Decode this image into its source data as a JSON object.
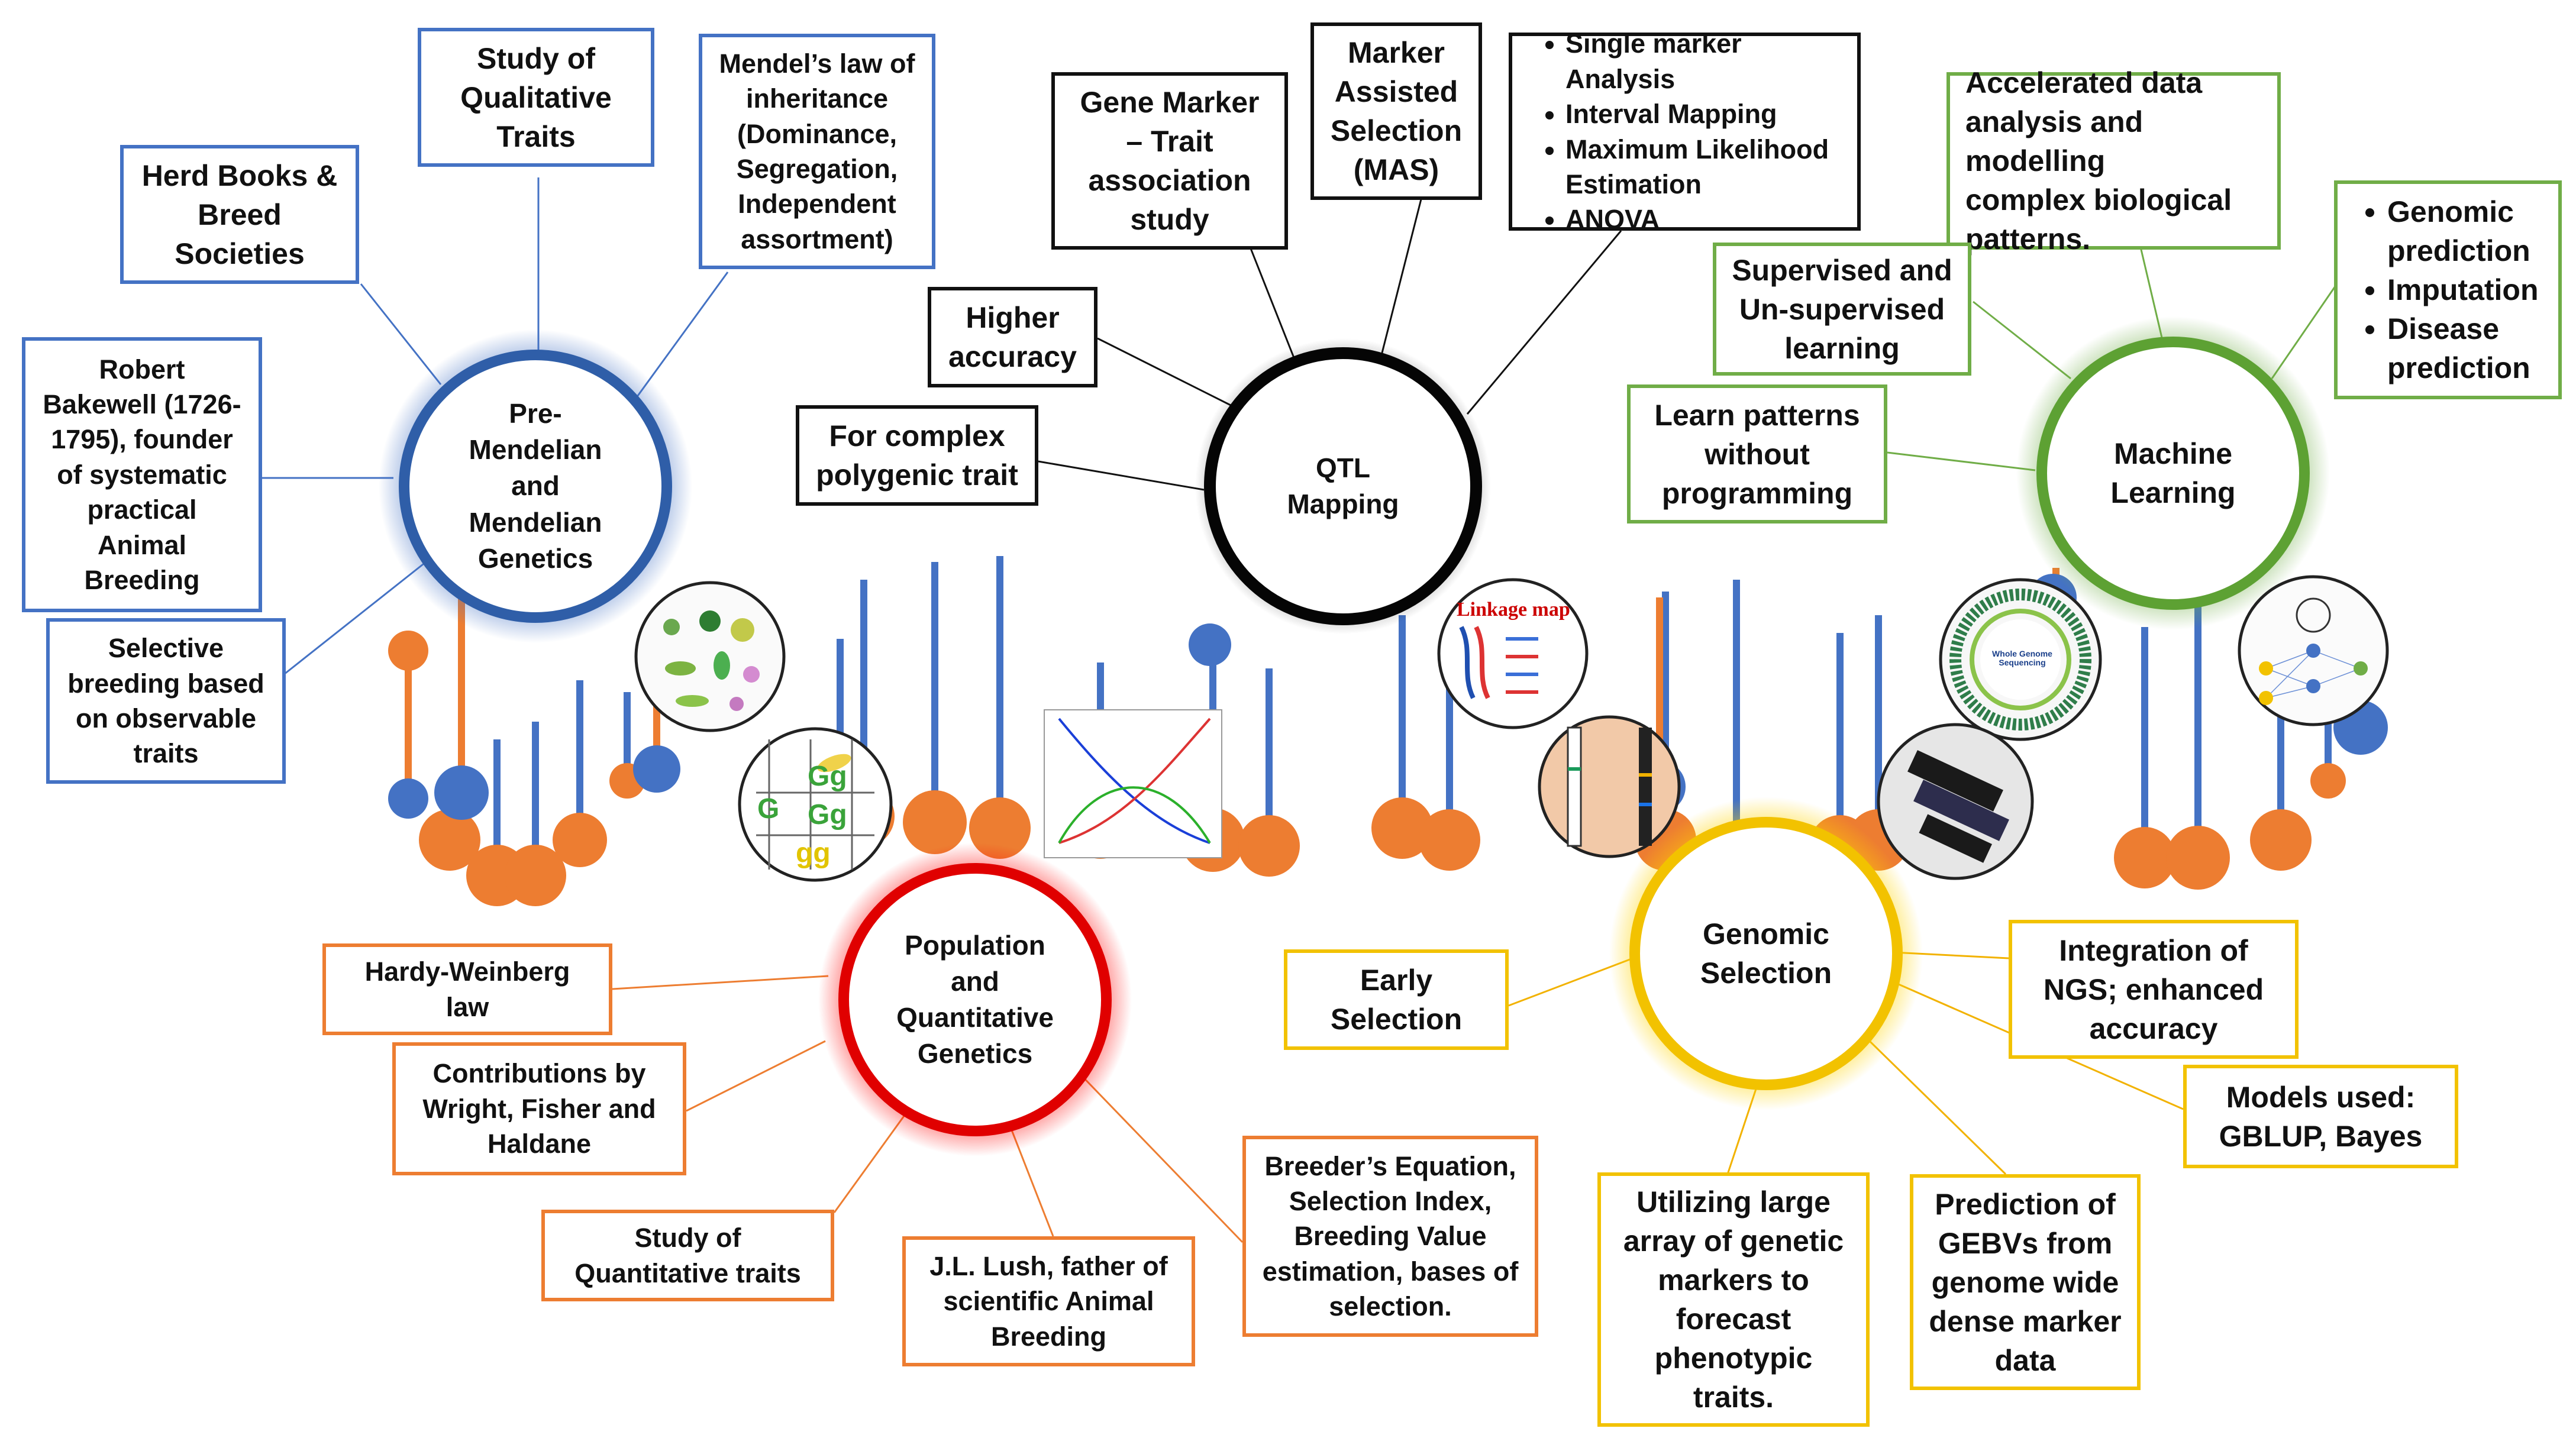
{
  "colors": {
    "blue": "#4472c4",
    "black": "#111111",
    "green": "#70ad47",
    "red": "#e00000",
    "yellow": "#f2c200",
    "orange_dna": "#ed7d31",
    "blue_dna": "#4472c4"
  },
  "hubs": {
    "mendelian": [
      "Pre-",
      "Mendelian",
      "and",
      "Mendelian",
      "Genetics"
    ],
    "qtl": [
      "QTL",
      "Mapping"
    ],
    "ml": [
      "Machine",
      "Learning"
    ],
    "population": [
      "Population",
      "and",
      "Quantitative",
      "Genetics"
    ],
    "genomic": [
      "Genomic",
      "Selection"
    ]
  },
  "mendelian_boxes": {
    "qualitative": [
      "Study of",
      "Qualitative",
      "Traits"
    ],
    "mendel_law": [
      "Mendel’s law of",
      "inheritance",
      "(Dominance,",
      "Segregation,",
      "Independent",
      "assortment)"
    ],
    "herd_books": [
      "Herd Books &",
      "Breed",
      "Societies"
    ],
    "bakewell": [
      "Robert",
      "Bakewell (1726-",
      "1795), founder",
      "of systematic",
      "practical",
      "Animal",
      "Breeding"
    ],
    "selective": [
      "Selective",
      "breeding based",
      "on observable",
      "traits"
    ]
  },
  "qtl_boxes": {
    "gene_marker": [
      "Gene Marker",
      "– Trait",
      "association",
      "study"
    ],
    "mas": [
      "Marker",
      "Assisted",
      "Selection",
      "(MAS)"
    ],
    "methods": [
      "Single marker Analysis",
      "Interval Mapping",
      "Maximum Likelihood Estimation",
      "ANOVA"
    ],
    "accuracy": [
      "Higher",
      "accuracy"
    ],
    "polygenic": [
      "For complex",
      "polygenic trait"
    ]
  },
  "ml_boxes": {
    "accelerated": [
      "Accelerated data",
      "analysis and modelling",
      "complex biological",
      "patterns."
    ],
    "applications": [
      "Genomic prediction",
      "Imputation",
      "Disease prediction"
    ],
    "supervised": [
      "Supervised and",
      "Un-supervised",
      "learning"
    ],
    "patterns": [
      "Learn patterns",
      "without",
      "programming"
    ]
  },
  "population_boxes": {
    "hardy": [
      "Hardy-Weinberg",
      "law"
    ],
    "contributions": [
      "Contributions by",
      "Wright, Fisher and",
      "Haldane"
    ],
    "quantitative": [
      "Study of",
      "Quantitative traits"
    ],
    "lush": [
      "J.L. Lush, father of",
      "scientific Animal",
      "Breeding"
    ],
    "breeders": [
      "Breeder’s Equation,",
      "Selection Index,",
      "Breeding Value",
      "estimation, bases of",
      "selection."
    ]
  },
  "genomic_boxes": {
    "early": [
      "Early",
      "Selection"
    ],
    "ngs": [
      "Integration of",
      "NGS; enhanced",
      "accuracy"
    ],
    "models": [
      "Models used:",
      "GBLUP, Bayes"
    ],
    "markers": [
      "Utilizing large",
      "array of genetic",
      "markers to",
      "forecast",
      "phenotypic",
      "traits."
    ],
    "gebv": [
      "Prediction of",
      "GEBVs from",
      "genome wide",
      "dense marker",
      "data"
    ]
  },
  "thumb_captions": {
    "linkage": "Linkage map",
    "wgs": "Whole Genome Sequencing",
    "punnett": [
      "G",
      "Gg",
      "Gg",
      "gg"
    ]
  }
}
